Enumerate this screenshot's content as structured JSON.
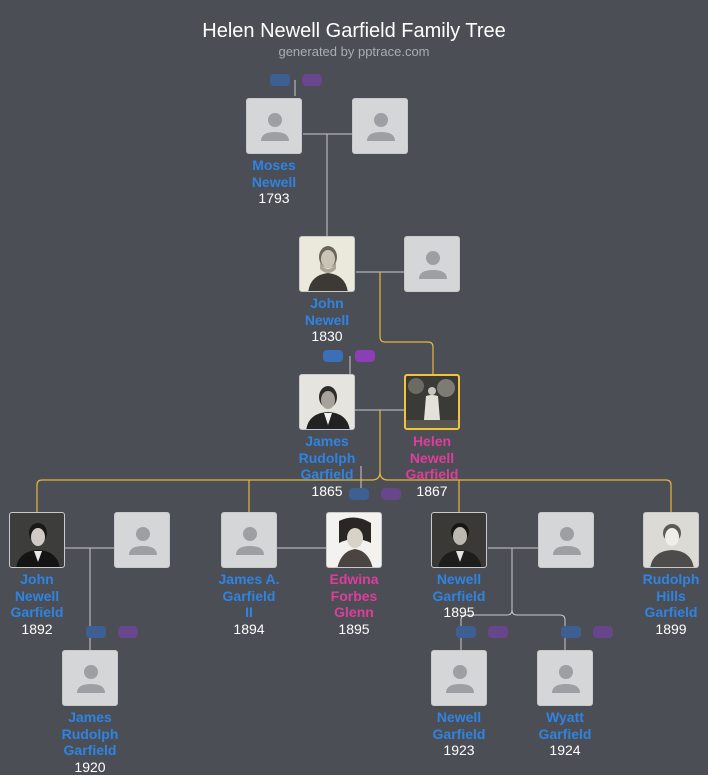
{
  "title": "Helen Newell Garfield Family Tree",
  "subtitle": "generated by pptrace.com",
  "colors": {
    "male": "#2f84e2",
    "female": "#df3d9b",
    "highlight": "#f3c33c",
    "background": "#4b4e55"
  },
  "people": {
    "moses": {
      "first": "Moses",
      "middle": "Newell",
      "last": "",
      "year": "1793"
    },
    "john": {
      "first": "John",
      "middle": "Newell",
      "last": "",
      "year": "1830"
    },
    "james": {
      "first": "James",
      "middle": "Rudolph",
      "last": "Garfield",
      "year": "1865"
    },
    "helen": {
      "first": "Helen",
      "middle": "Newell",
      "last": "Garfield",
      "year": "1867"
    },
    "johnng": {
      "first": "John",
      "middle": "Newell",
      "last": "Garfield",
      "year": "1892"
    },
    "jamesa": {
      "first": "James A.",
      "middle": "Garfield",
      "last": "II",
      "year": "1894"
    },
    "edwina": {
      "first": "Edwina",
      "middle": "Forbes",
      "last": "Glenn",
      "year": "1895"
    },
    "newell": {
      "first": "Newell",
      "middle": "Garfield",
      "last": "",
      "year": "1895"
    },
    "rudolph": {
      "first": "Rudolph",
      "middle": "Hills",
      "last": "Garfield",
      "year": "1899"
    },
    "jamesrg": {
      "first": "James",
      "middle": "Rudolph",
      "last": "Garfield",
      "year": "1920"
    },
    "newell2": {
      "first": "Newell",
      "middle": "Garfield",
      "last": "",
      "year": "1923"
    },
    "wyatt": {
      "first": "Wyatt",
      "middle": "Garfield",
      "last": "",
      "year": "1924"
    }
  }
}
